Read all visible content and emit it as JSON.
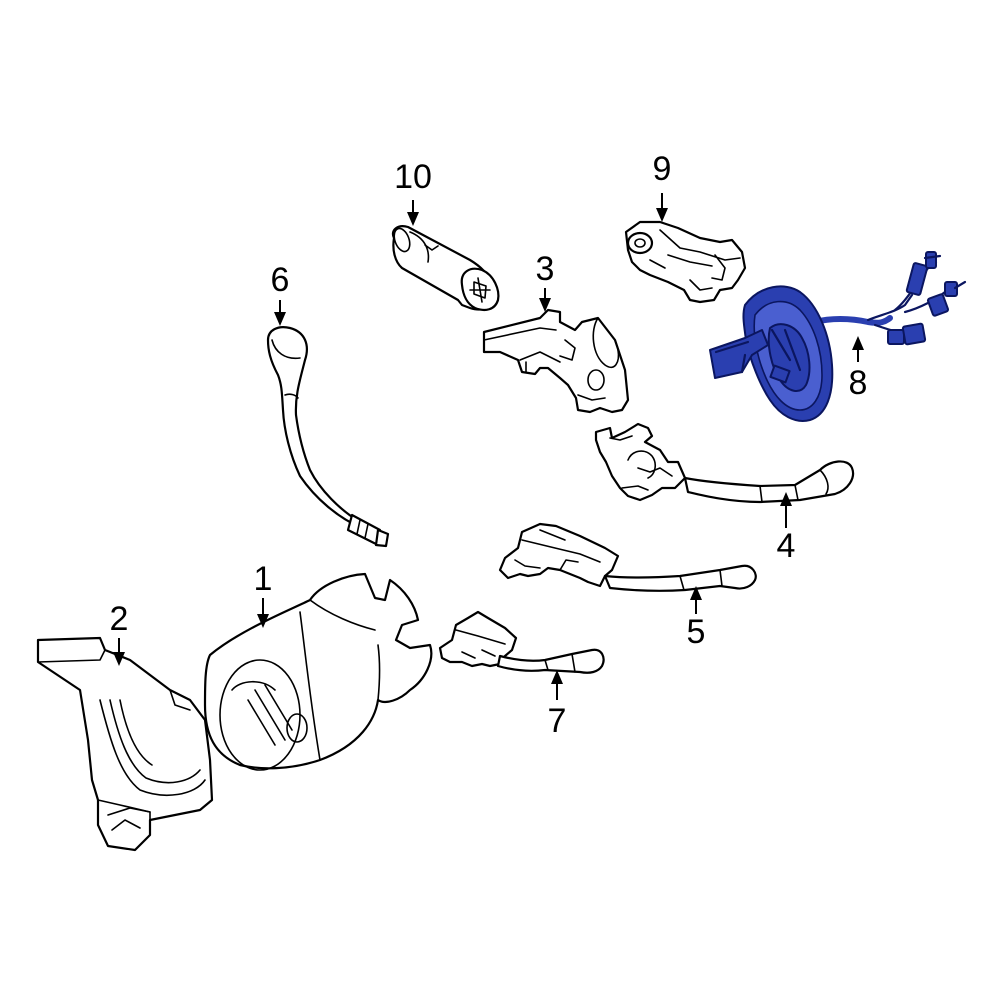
{
  "diagram": {
    "highlight_color": "#2a3fb0",
    "callouts": [
      {
        "id": "1",
        "label": "1"
      },
      {
        "id": "2",
        "label": "2"
      },
      {
        "id": "3",
        "label": "3"
      },
      {
        "id": "4",
        "label": "4"
      },
      {
        "id": "5",
        "label": "5"
      },
      {
        "id": "6",
        "label": "6"
      },
      {
        "id": "7",
        "label": "7"
      },
      {
        "id": "8",
        "label": "8"
      },
      {
        "id": "9",
        "label": "9"
      },
      {
        "id": "10",
        "label": "10"
      }
    ]
  }
}
